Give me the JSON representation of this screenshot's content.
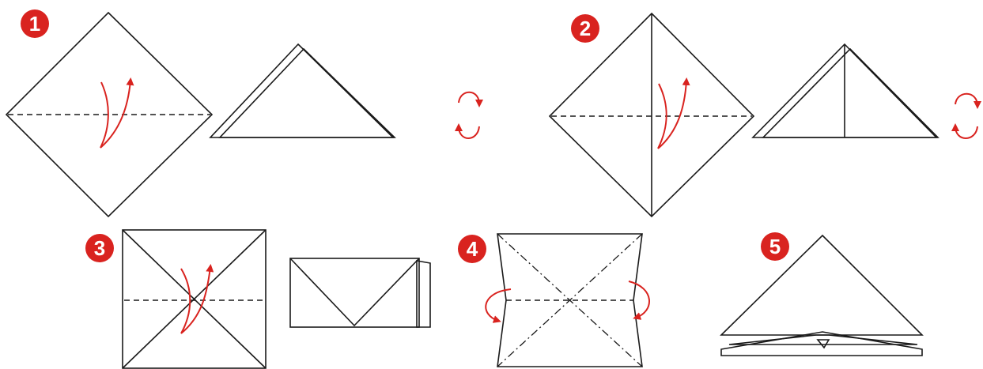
{
  "colors": {
    "paper_light": "#e3f1b8",
    "paper_green": "#78bf47",
    "outline": "#1a1a1a",
    "arrow_red": "#d9231f",
    "badge_red": "#d9231f"
  },
  "steps": [
    {
      "number": "1",
      "icon": "fold-down-arrow-icon",
      "result": "triangle",
      "turn_over": true
    },
    {
      "number": "2",
      "icon": "fold-arrow-icon",
      "result": "triangle-with-center-crease",
      "turn_over": true
    },
    {
      "number": "3",
      "icon": "fold-down-arrow-icon",
      "result": "rectangle"
    },
    {
      "number": "4",
      "icon": "push-in-arrows-icon",
      "result": "collapsed-square"
    },
    {
      "number": "5",
      "icon": "",
      "result": "water-bomb-base"
    }
  ]
}
